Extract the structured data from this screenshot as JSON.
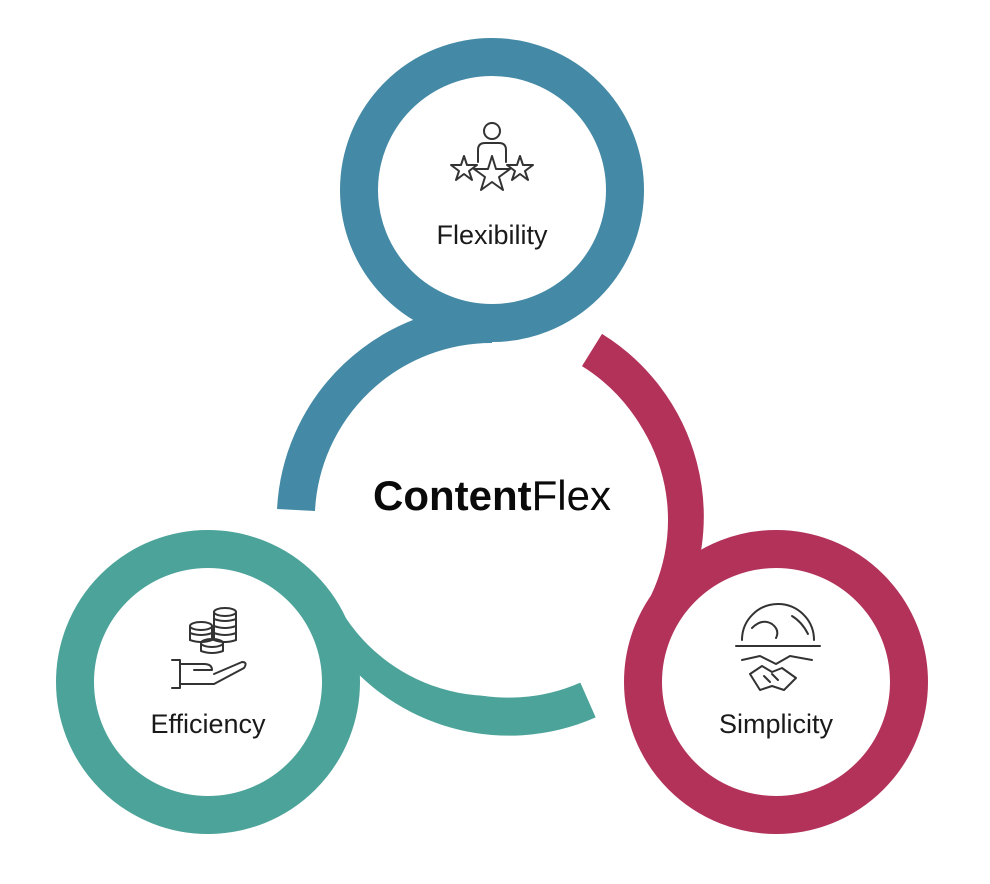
{
  "diagram": {
    "title_bold": "Content",
    "title_regular": "Flex",
    "nodes": [
      {
        "id": "flexibility",
        "label": "Flexibility",
        "icon": "person-stars-icon",
        "color": "#4489a5"
      },
      {
        "id": "simplicity",
        "label": "Simplicity",
        "icon": "globe-handshake-icon",
        "color": "#b3325a"
      },
      {
        "id": "efficiency",
        "label": "Efficiency",
        "icon": "hand-coins-icon",
        "color": "#4ca39a"
      }
    ]
  }
}
